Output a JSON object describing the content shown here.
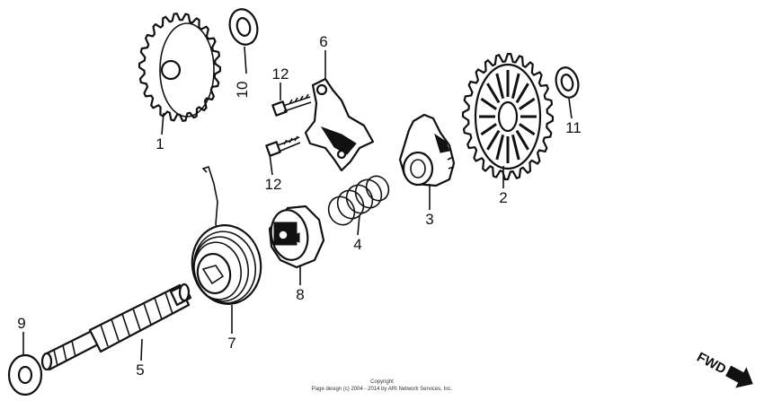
{
  "diagram": {
    "callouts": {
      "p1": "1",
      "p2": "2",
      "p3": "3",
      "p4": "4",
      "p5": "5",
      "p6": "6",
      "p7": "7",
      "p8": "8",
      "p9": "9",
      "p10": "10",
      "p11": "11",
      "p12a": "12",
      "p12b": "12"
    },
    "copyright": {
      "line1": "Copyright",
      "line2": "Page design (c) 2004 - 2014 by ARI Network Services, Inc."
    },
    "direction_label": "FWD"
  }
}
